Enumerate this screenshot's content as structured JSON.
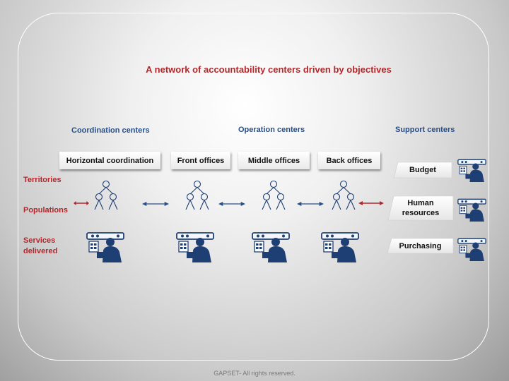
{
  "title": "A network of accountability centers driven by objectives",
  "groups": {
    "coordination": "Coordination centers",
    "operation": "Operation centers",
    "support": "Support centers"
  },
  "boxes": {
    "horizontal": "Horizontal coordination",
    "front": "Front offices",
    "middle": "Middle offices",
    "back": "Back offices"
  },
  "support_items": {
    "budget": "Budget",
    "hr": "Human resources",
    "purchasing": "Purchasing"
  },
  "row_labels": {
    "territories": "Territories",
    "populations": "Populations",
    "services": "Services delivered"
  },
  "icons": [
    "org-tree-icon",
    "operator-workstation-icon",
    "double-arrow-icon"
  ],
  "colors": {
    "title": "#b0282b",
    "heading": "#2a4f85",
    "icon": "#1e3f74",
    "arrow_blue": "#2a4f85",
    "arrow_red": "#b0282b"
  },
  "footer": "GAPSET- All rights reserved."
}
